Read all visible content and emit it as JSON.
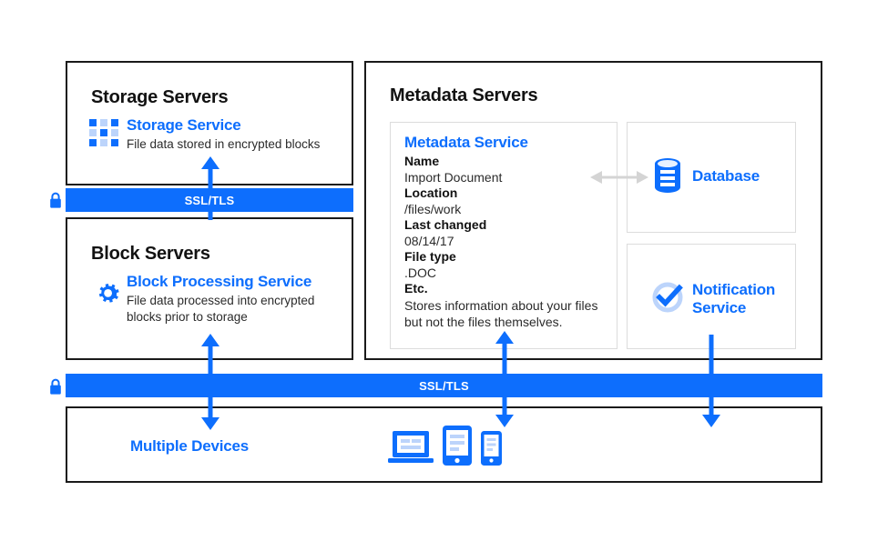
{
  "diagram": {
    "panels": {
      "storage_servers": {
        "title": "Storage Servers",
        "service_name": "Storage Service",
        "service_desc": "File data stored in encrypted blocks",
        "icon": "storage-blocks-icon"
      },
      "block_servers": {
        "title": "Block Servers",
        "service_name": "Block Processing Service",
        "service_desc": "File data processed into encrypted blocks prior to storage",
        "icon": "gears-icon"
      },
      "metadata_servers": {
        "title": "Metadata Servers"
      },
      "metadata_service": {
        "title": "Metadata Service",
        "fields": [
          {
            "key": "Name",
            "value": "Import Document"
          },
          {
            "key": "Location",
            "value": "/files/work"
          },
          {
            "key": "Last changed",
            "value": "08/14/17"
          },
          {
            "key": "File type",
            "value": ".DOC"
          },
          {
            "key": "Etc.",
            "value": ""
          }
        ],
        "note": "Stores information about your files but not the files themselves."
      },
      "database": {
        "label": "Database",
        "icon": "database-cylinder-icon"
      },
      "notification": {
        "label": "Notification Service",
        "label_line1": "Notification",
        "label_line2": "Service",
        "icon": "check-circle-icon"
      },
      "devices": {
        "label": "Multiple Devices",
        "icons": [
          "laptop-icon",
          "tablet-icon",
          "phone-icon"
        ]
      }
    },
    "security_bars": [
      {
        "label": "SSL/TLS",
        "lock_icon": "padlock-icon"
      },
      {
        "label": "SSL/TLS",
        "lock_icon": "padlock-icon"
      }
    ],
    "colors": {
      "primary_blue": "#0d6efd",
      "light_blue": "#bcd4fb",
      "border_dark": "#1a1a1a",
      "border_light": "#dcdcdc",
      "arrow_gray": "#d4d4d4",
      "text_dark": "#121212"
    }
  }
}
